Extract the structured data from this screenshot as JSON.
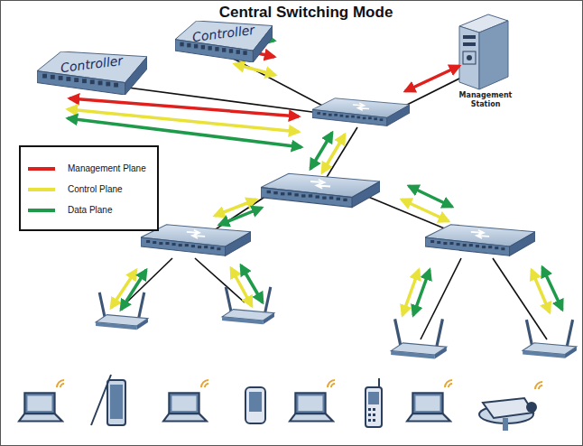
{
  "diagram": {
    "title": "Central Switching Mode",
    "nodes": [
      {
        "text": [
          "Controller"
        ]
      },
      {
        "text": [
          "Controller"
        ]
      },
      {
        "text": [
          "Management Station"
        ]
      }
    ],
    "legend": [
      {
        "text": "Management Plane",
        "color": "#e0201c"
      },
      {
        "text": "Control Plane",
        "color": "#e9e23a"
      },
      {
        "text": "Data Plane",
        "color": "#1e9a4a"
      }
    ]
  }
}
